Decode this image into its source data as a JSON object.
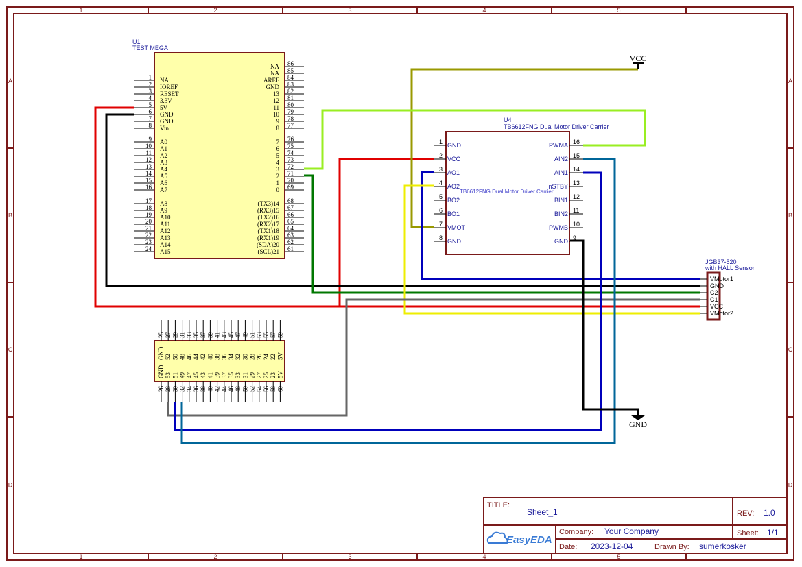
{
  "frame": {
    "col_labels": [
      "1",
      "2",
      "3",
      "4",
      "5"
    ],
    "row_labels": [
      "A",
      "B",
      "C",
      "D"
    ]
  },
  "u1": {
    "designator": "U1",
    "name": "TEST MEGA",
    "left_pins": [
      {
        "num": "1",
        "name": "NA"
      },
      {
        "num": "2",
        "name": "IOREF"
      },
      {
        "num": "3",
        "name": "RESET"
      },
      {
        "num": "4",
        "name": "3.3V"
      },
      {
        "num": "5",
        "name": "5V"
      },
      {
        "num": "6",
        "name": "GND"
      },
      {
        "num": "7",
        "name": "GND"
      },
      {
        "num": "8",
        "name": "Vin"
      },
      {
        "num": "9",
        "name": "A0"
      },
      {
        "num": "10",
        "name": "A1"
      },
      {
        "num": "11",
        "name": "A2"
      },
      {
        "num": "12",
        "name": "A3"
      },
      {
        "num": "13",
        "name": "A4"
      },
      {
        "num": "14",
        "name": "A5"
      },
      {
        "num": "15",
        "name": "A6"
      },
      {
        "num": "16",
        "name": "A7"
      },
      {
        "num": "17",
        "name": "A8"
      },
      {
        "num": "18",
        "name": "A9"
      },
      {
        "num": "19",
        "name": "A10"
      },
      {
        "num": "20",
        "name": "A11"
      },
      {
        "num": "21",
        "name": "A12"
      },
      {
        "num": "22",
        "name": "A13"
      },
      {
        "num": "23",
        "name": "A14"
      },
      {
        "num": "24",
        "name": "A15"
      }
    ],
    "right_pins": [
      {
        "num": "86",
        "name": "NA"
      },
      {
        "num": "85",
        "name": "NA"
      },
      {
        "num": "84",
        "name": "AREF"
      },
      {
        "num": "83",
        "name": "GND"
      },
      {
        "num": "82",
        "name": "13"
      },
      {
        "num": "81",
        "name": "12"
      },
      {
        "num": "80",
        "name": "11"
      },
      {
        "num": "79",
        "name": "10"
      },
      {
        "num": "78",
        "name": "9"
      },
      {
        "num": "77",
        "name": "8"
      },
      {
        "num": "76",
        "name": "7"
      },
      {
        "num": "75",
        "name": "6"
      },
      {
        "num": "74",
        "name": "5"
      },
      {
        "num": "73",
        "name": "4"
      },
      {
        "num": "72",
        "name": "3"
      },
      {
        "num": "71",
        "name": "2"
      },
      {
        "num": "70",
        "name": "1"
      },
      {
        "num": "69",
        "name": "0"
      },
      {
        "num": "68",
        "name": "(TX3)14"
      },
      {
        "num": "67",
        "name": "(RX3)15"
      },
      {
        "num": "66",
        "name": "(TX2)16"
      },
      {
        "num": "65",
        "name": "(RX2)17"
      },
      {
        "num": "64",
        "name": "(TX1)18"
      },
      {
        "num": "63",
        "name": "(RX1)19"
      },
      {
        "num": "62",
        "name": "(SDA)20"
      },
      {
        "num": "61",
        "name": "(SCL)21"
      }
    ],
    "top_pins": [
      "25",
      "27",
      "29",
      "31",
      "33",
      "35",
      "37",
      "39",
      "41",
      "43",
      "45",
      "47",
      "49",
      "51",
      "53",
      "55",
      "57",
      "59"
    ],
    "header_top_names": [
      "GND",
      "52",
      "50",
      "48",
      "46",
      "44",
      "42",
      "40",
      "38",
      "36",
      "34",
      "32",
      "30",
      "28",
      "26",
      "24",
      "22",
      "5V"
    ],
    "header_bottom_names": [
      "GND",
      "53",
      "51",
      "49",
      "47",
      "45",
      "43",
      "41",
      "39",
      "37",
      "35",
      "33",
      "31",
      "29",
      "27",
      "25",
      "23",
      "5V"
    ],
    "bottom_pins": [
      "26",
      "28",
      "30",
      "32",
      "34",
      "36",
      "38",
      "40",
      "42",
      "44",
      "46",
      "48",
      "50",
      "52",
      "54",
      "56",
      "58",
      "60"
    ]
  },
  "u4": {
    "designator": "U4",
    "name": "TB6612FNG Dual Motor Driver Carrier",
    "inner_label": "TB6612FNG Dual Motor Driver Carrier",
    "left_pins": [
      {
        "num": "1",
        "name": "GND"
      },
      {
        "num": "2",
        "name": "VCC"
      },
      {
        "num": "3",
        "name": "AO1"
      },
      {
        "num": "4",
        "name": "AO2"
      },
      {
        "num": "5",
        "name": "BO2"
      },
      {
        "num": "6",
        "name": "BO1"
      },
      {
        "num": "7",
        "name": "VMOT"
      },
      {
        "num": "8",
        "name": "GND"
      }
    ],
    "right_pins": [
      {
        "num": "16",
        "name": "PWMA"
      },
      {
        "num": "15",
        "name": "AIN2"
      },
      {
        "num": "14",
        "name": "AIN1"
      },
      {
        "num": "13",
        "name": "nSTBY"
      },
      {
        "num": "12",
        "name": "BIN1"
      },
      {
        "num": "11",
        "name": "BIN2"
      },
      {
        "num": "10",
        "name": "PWMB"
      },
      {
        "num": "9",
        "name": "GND"
      }
    ]
  },
  "motor": {
    "name": "JGB37-520",
    "subtitle": "with HALL Sensor",
    "pins": [
      "VMotor1",
      "GND",
      "C2",
      "C1",
      "VCC",
      "VMotor2"
    ]
  },
  "power": {
    "vcc": "VCC",
    "gnd": "GND"
  },
  "wires": {
    "red": "#e00000",
    "black": "#000000",
    "olive": "#999900",
    "lime": "#99ee22",
    "green": "#007700",
    "blue": "#0000bb",
    "teal": "#006699",
    "gray": "#666666",
    "yellow": "#eeee00"
  },
  "title_block": {
    "title_label": "TITLE:",
    "title": "Sheet_1",
    "rev_label": "REV:",
    "rev": "1.0",
    "company_label": "Company:",
    "company": "Your Company",
    "sheet_label": "Sheet:",
    "sheet": "1/1",
    "date_label": "Date:",
    "date": "2023-12-04",
    "drawn_label": "Drawn By:",
    "drawn_by": "sumerkosker",
    "logo": "EasyEDA"
  }
}
